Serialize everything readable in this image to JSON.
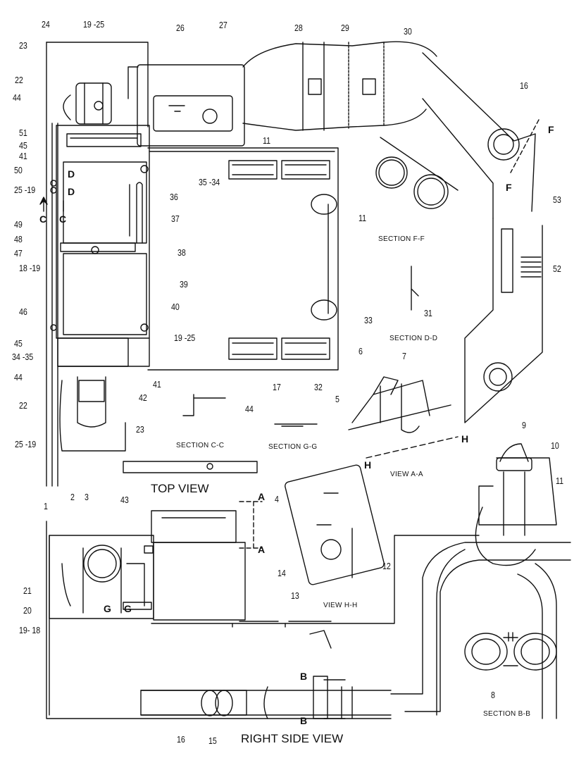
{
  "views": {
    "top_view": "TOP VIEW",
    "right_side_view": "RIGHT SIDE VIEW"
  },
  "sections": {
    "f_f": "SECTION F-F",
    "d_d": "SECTION D-D",
    "c_c": "SECTION C-C",
    "g_g": "SECTION G-G",
    "b_b": "SECTION B-B",
    "view_a_a": "VIEW A-A",
    "view_h_h": "VIEW H-H"
  },
  "markers": {
    "a": "A",
    "b": "B",
    "c": "C",
    "d": "D",
    "f": "F",
    "g": "G",
    "h": "H"
  },
  "part_labels": {
    "p1": "1",
    "p2": "2",
    "p3": "3",
    "p4": "4",
    "p5": "5",
    "p6": "6",
    "p7": "7",
    "p8": "8",
    "p9": "9",
    "p10": "10",
    "p11": "11",
    "p12": "12",
    "p13": "13",
    "p14": "14",
    "p15": "15",
    "p16": "16",
    "p17": "17",
    "p20": "20",
    "p21": "21",
    "p22": "22",
    "p23": "23",
    "p24": "24",
    "p26": "26",
    "p27": "27",
    "p28": "28",
    "p29": "29",
    "p30": "30",
    "p31": "31",
    "p32": "32",
    "p33": "33",
    "p35_34": "35 -34",
    "p36": "36",
    "p37": "37",
    "p38": "38",
    "p39": "39",
    "p40": "40",
    "p41": "41",
    "p42": "42",
    "p43": "43",
    "p44": "44",
    "p45": "45",
    "p46": "46",
    "p47": "47",
    "p48": "48",
    "p49": "49",
    "p50": "50",
    "p51": "51",
    "p52": "52",
    "p53": "53",
    "p19_25": "19 -25",
    "p25_19": "25 -19",
    "p18_19": "18 -19",
    "p19_18": "19- 18",
    "p34_35": "34 -35"
  }
}
